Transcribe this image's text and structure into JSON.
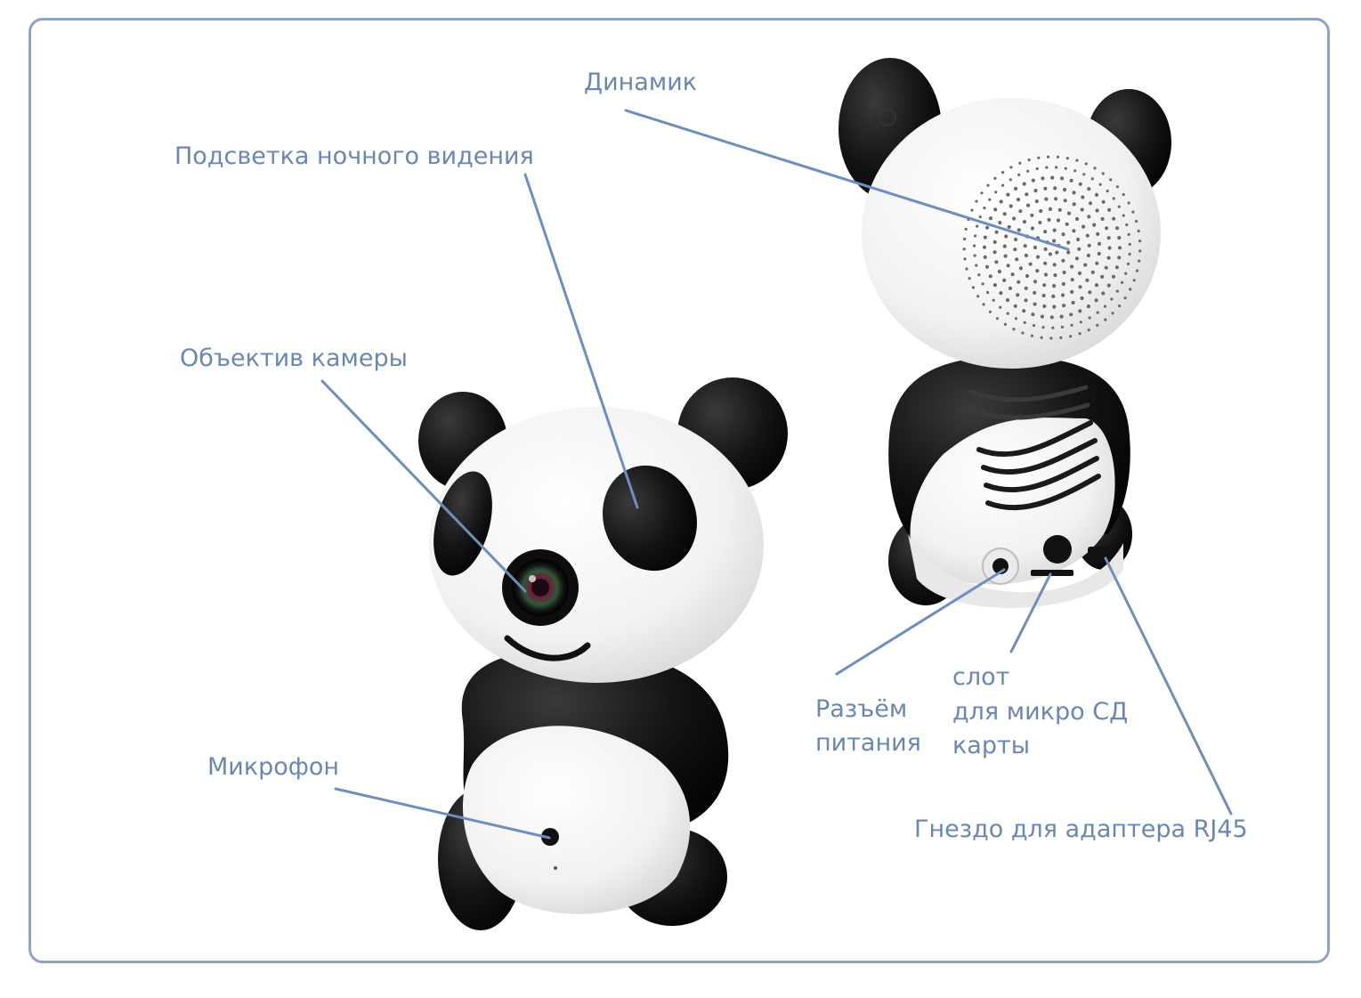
{
  "labels": {
    "speaker": "Динамик",
    "night_vision": "Подсветка ночного видения",
    "lens": "Объектив камеры",
    "microphone": "Микрофон",
    "power_line1": "Разъём",
    "power_line2": "питания",
    "sd_line1": "слот",
    "sd_line2": "для микро СД",
    "sd_line3": "карты",
    "rj45": "Гнездо для адаптера RJ45"
  },
  "colors": {
    "frame": "#8fa3c2",
    "label_text": "#6a87b3",
    "leader_line": "#6f8dbd",
    "panda_black": "#111111",
    "panda_white": "#f7f7f7"
  }
}
